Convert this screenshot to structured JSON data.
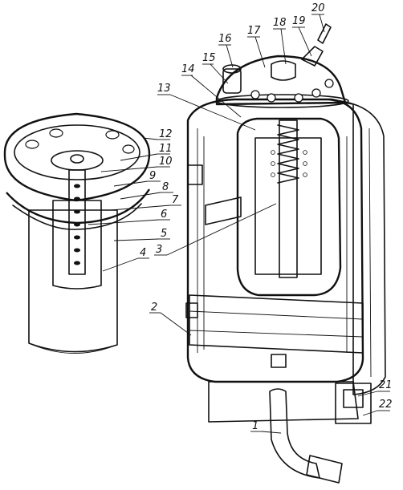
{
  "diagram": {
    "colors": {
      "ink": "#111111",
      "paper": "#ffffff",
      "fill_dark": "#2a2a2a",
      "hatch": "#555555"
    },
    "callouts": [
      {
        "id": "1",
        "label": "1"
      },
      {
        "id": "2",
        "label": "2"
      },
      {
        "id": "3",
        "label": "3"
      },
      {
        "id": "4",
        "label": "4"
      },
      {
        "id": "5",
        "label": "5"
      },
      {
        "id": "6",
        "label": "6"
      },
      {
        "id": "7",
        "label": "7"
      },
      {
        "id": "8",
        "label": "8"
      },
      {
        "id": "9",
        "label": "9"
      },
      {
        "id": "10",
        "label": "10"
      },
      {
        "id": "11",
        "label": "11"
      },
      {
        "id": "12",
        "label": "12"
      },
      {
        "id": "13",
        "label": "13"
      },
      {
        "id": "14",
        "label": "14"
      },
      {
        "id": "15",
        "label": "15"
      },
      {
        "id": "16",
        "label": "16"
      },
      {
        "id": "17",
        "label": "17"
      },
      {
        "id": "18",
        "label": "18"
      },
      {
        "id": "19",
        "label": "19"
      },
      {
        "id": "20",
        "label": "20"
      },
      {
        "id": "21",
        "label": "21"
      },
      {
        "id": "22",
        "label": "22"
      }
    ]
  }
}
